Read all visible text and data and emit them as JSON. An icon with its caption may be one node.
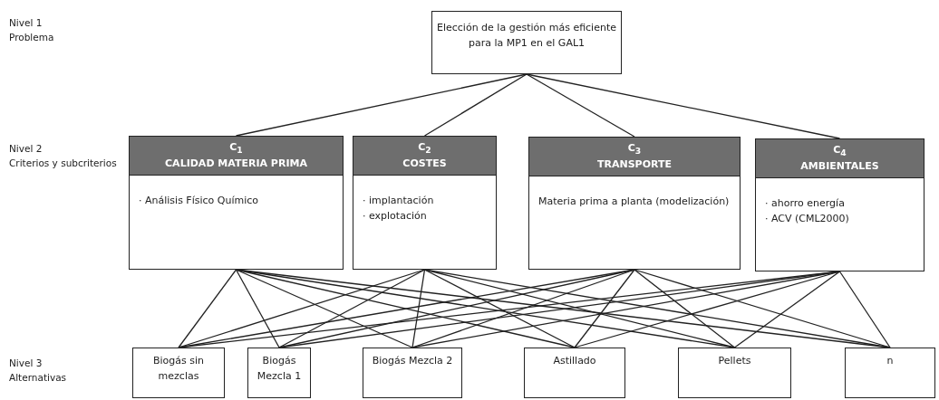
{
  "diagram": {
    "nodes": [
      {
        "text": [
          "Elección de la gestión más eficiente para la MP1 en el GAL1"
        ]
      },
      {
        "text": [
          "C$_{1}$",
          "CALIDAD MATERIA PRIMA",
          "· Análisis Físico Químico"
        ]
      },
      {
        "text": [
          "C$_{2}$",
          "COSTES",
          "· implantación",
          "· explotación"
        ]
      },
      {
        "text": [
          "C$_{3}$",
          "TRANSPORTE",
          "Materia prima a planta (modelización)"
        ]
      },
      {
        "text": [
          "C$_{4}$",
          "AMBIENTALES",
          "· ahorro energía",
          "· ACV (CML2000)"
        ]
      },
      {
        "text": [
          "Biogás sin mezclas"
        ]
      },
      {
        "text": [
          "Biogás Mezcla 1"
        ]
      },
      {
        "text": [
          "Biogás Mezcla 2"
        ]
      },
      {
        "text": [
          "Astillado"
        ]
      },
      {
        "text": [
          "Pellets"
        ]
      },
      {
        "text": [
          "n"
        ]
      }
    ],
    "edges": [
      {
        "from": 0,
        "to": 1,
        "arrow": "none"
      },
      {
        "from": 0,
        "to": 2,
        "arrow": "none"
      },
      {
        "from": 0,
        "to": 3,
        "arrow": "none"
      },
      {
        "from": 0,
        "to": 4,
        "arrow": "none"
      },
      {
        "from": 1,
        "to": 5,
        "arrow": "none"
      },
      {
        "from": 1,
        "to": 6,
        "arrow": "none"
      },
      {
        "from": 1,
        "to": 7,
        "arrow": "none"
      },
      {
        "from": 1,
        "to": 8,
        "arrow": "none"
      },
      {
        "from": 1,
        "to": 9,
        "arrow": "none"
      },
      {
        "from": 1,
        "to": 10,
        "arrow": "none"
      },
      {
        "from": 2,
        "to": 5,
        "arrow": "none"
      },
      {
        "from": 2,
        "to": 6,
        "arrow": "none"
      },
      {
        "from": 2,
        "to": 7,
        "arrow": "none"
      },
      {
        "from": 2,
        "to": 8,
        "arrow": "none"
      },
      {
        "from": 2,
        "to": 9,
        "arrow": "none"
      },
      {
        "from": 2,
        "to": 10,
        "arrow": "none"
      },
      {
        "from": 3,
        "to": 5,
        "arrow": "none"
      },
      {
        "from": 3,
        "to": 6,
        "arrow": "none"
      },
      {
        "from": 3,
        "to": 7,
        "arrow": "none"
      },
      {
        "from": 3,
        "to": 8,
        "arrow": "none"
      },
      {
        "from": 3,
        "to": 9,
        "arrow": "none"
      },
      {
        "from": 3,
        "to": 10,
        "arrow": "none"
      },
      {
        "from": 4,
        "to": 5,
        "arrow": "none"
      },
      {
        "from": 4,
        "to": 6,
        "arrow": "none"
      },
      {
        "from": 4,
        "to": 7,
        "arrow": "none"
      },
      {
        "from": 4,
        "to": 8,
        "arrow": "none"
      },
      {
        "from": 4,
        "to": 9,
        "arrow": "none"
      },
      {
        "from": 4,
        "to": 10,
        "arrow": "none"
      }
    ],
    "labels": [
      "Nivel 1",
      "Problema",
      "Nivel 2",
      "Criterios y subcriterios",
      "Nivel 3",
      "Alternativas"
    ]
  }
}
